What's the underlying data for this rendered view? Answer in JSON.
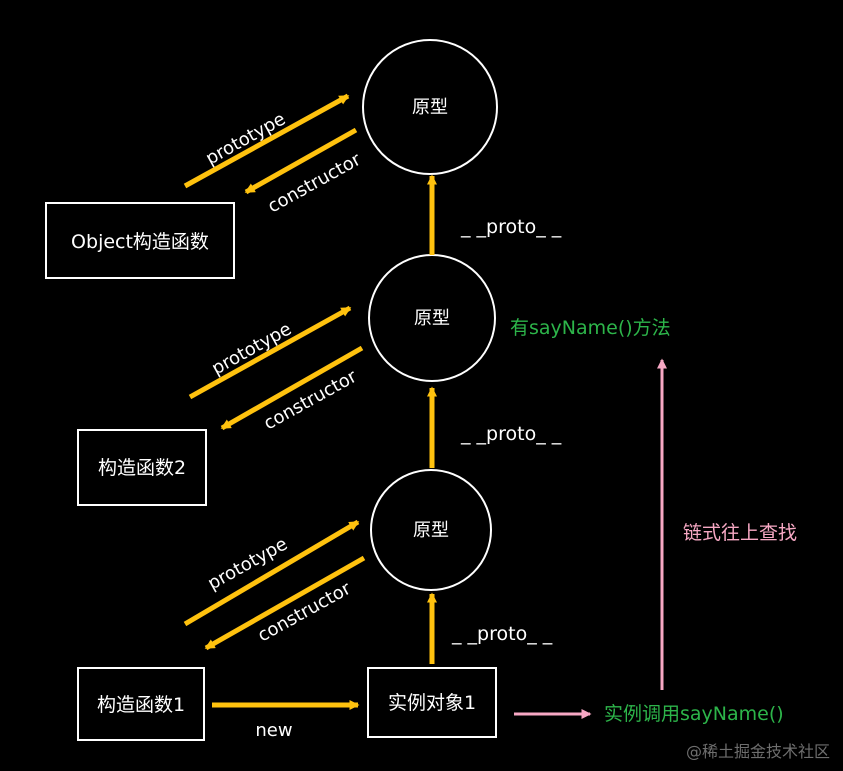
{
  "diagram": {
    "prototypes": [
      {
        "label": "原型"
      },
      {
        "label": "原型"
      },
      {
        "label": "原型"
      }
    ],
    "boxes": {
      "object_ctor": "Object构造函数",
      "ctor2": "构造函数2",
      "ctor1": "构造函数1",
      "instance": "实例对象1"
    },
    "edge_labels": {
      "prototype": "prototype",
      "constructor": "constructor",
      "proto": "_ _proto_ _",
      "new": "new"
    },
    "notes": {
      "has_method": "有sayName()方法",
      "lookup": "链式往上查找",
      "call": "实例调用sayName()"
    },
    "watermark": "@稀土掘金技术社区",
    "colors": {
      "background": "#000000",
      "arrow_yellow": "#ffc20e",
      "arrow_pink": "#f7a8c4",
      "text_green": "#2db54a",
      "stroke_white": "#ffffff"
    }
  }
}
